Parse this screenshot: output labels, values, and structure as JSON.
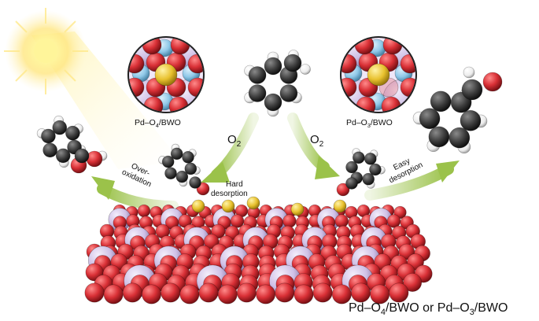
{
  "labels": {
    "left_catalyst": "Pd–O4/BWO",
    "right_catalyst": "Pd–O3/BWO",
    "left_gas": "O2",
    "right_gas": "O2",
    "hard_desorption_line1": "Hard",
    "hard_desorption_line2": "desorption",
    "over_oxidation_line1": "Over-",
    "over_oxidation_line2": "oxidation",
    "easy_desorption_line1": "Easy",
    "easy_desorption_line2": "desorption",
    "bottom_caption": "Pd–O4/BWO or Pd–O3/BWO"
  },
  "colors": {
    "oxygen": "#d93036",
    "bismuth": "#cfc0e6",
    "tungsten": "#8fc8e8",
    "palladium": "#e8c12e",
    "carbon": "#3d3d3d",
    "hydrogen": "#f2f2f2",
    "arrow": "#9bc24a",
    "sun": "#fff176"
  },
  "icons": [
    "sun-icon",
    "toluene-molecule",
    "benzaldehyde-molecule",
    "benzoic-acid-molecule",
    "catalyst-slab"
  ]
}
